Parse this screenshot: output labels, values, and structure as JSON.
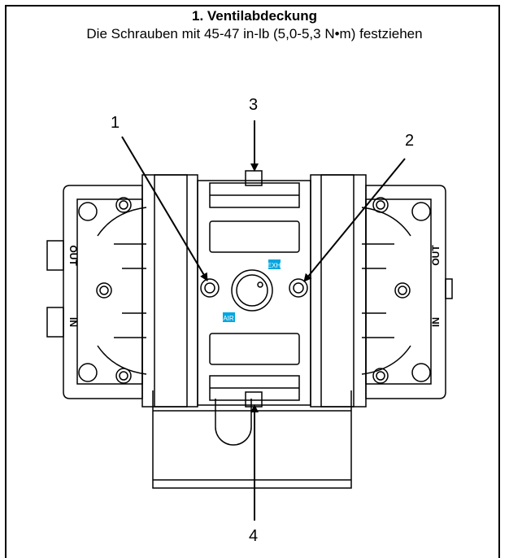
{
  "title": "1. Ventilabdeckung",
  "subtitle": "Die Schrauben mit 45-47 in-lb (5,0-5,3 N•m) festziehen",
  "callouts": [
    "1",
    "2",
    "3",
    "4"
  ],
  "port_labels": {
    "left_out": "OUT",
    "left_in": "IN",
    "right_out": "OUT",
    "right_in": "IN"
  },
  "center_labels": {
    "exhaust": "EXH",
    "air": "AIR"
  },
  "colors": {
    "line": "#000000",
    "label_bg": "#00a6e0"
  }
}
